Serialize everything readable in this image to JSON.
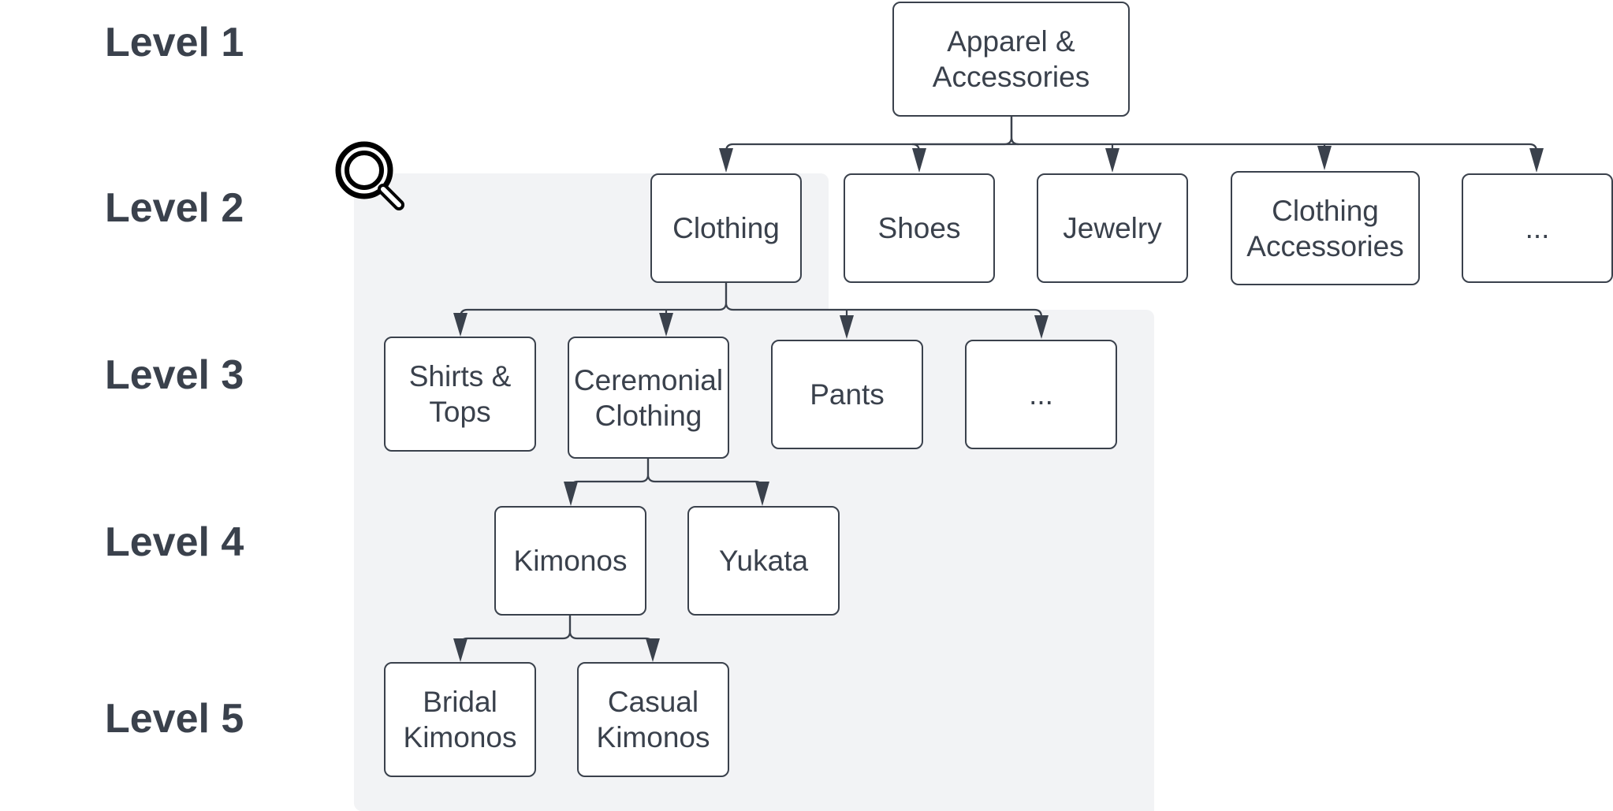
{
  "levels": {
    "l1": "Level 1",
    "l2": "Level 2",
    "l3": "Level 3",
    "l4": "Level 4",
    "l5": "Level 5"
  },
  "nodes": {
    "apparel": "Apparel & Accessories",
    "clothing": "Clothing",
    "shoes": "Shoes",
    "jewelry": "Jewelry",
    "clothing_accessories": "Clothing Accessories",
    "more_l2": "...",
    "shirts_tops": "Shirts & Tops",
    "ceremonial": "Ceremonial Clothing",
    "pants": "Pants",
    "more_l3": "...",
    "kimonos": "Kimonos",
    "yukata": "Yukata",
    "bridal": "Bridal Kimonos",
    "casual": "Casual Kimonos"
  },
  "colors": {
    "text": "#3a414c",
    "highlight": "#f2f3f5",
    "border": "#3a414c"
  },
  "icons": {
    "magnifier": "magnifying-glass-icon"
  }
}
